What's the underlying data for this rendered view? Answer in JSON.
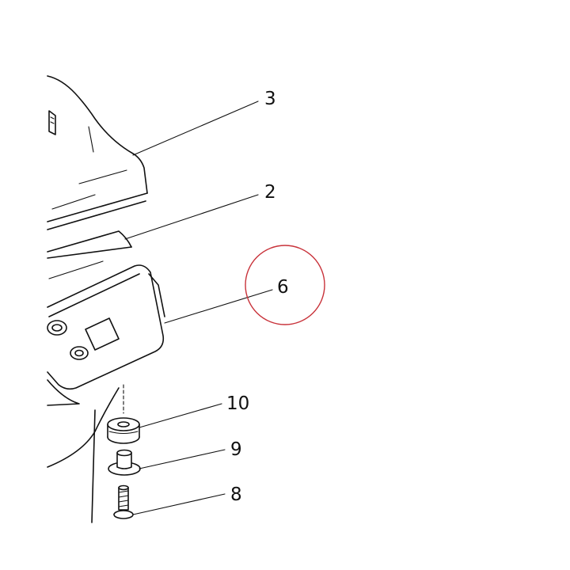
{
  "callouts": {
    "part_3": "3",
    "part_2": "2",
    "part_6": "6",
    "part_10": "10",
    "part_9": "9",
    "part_8": "8"
  },
  "highlight": {
    "target": "6",
    "color": "#c8323a"
  },
  "colors": {
    "ink": "#111111",
    "paper": "#ffffff"
  }
}
